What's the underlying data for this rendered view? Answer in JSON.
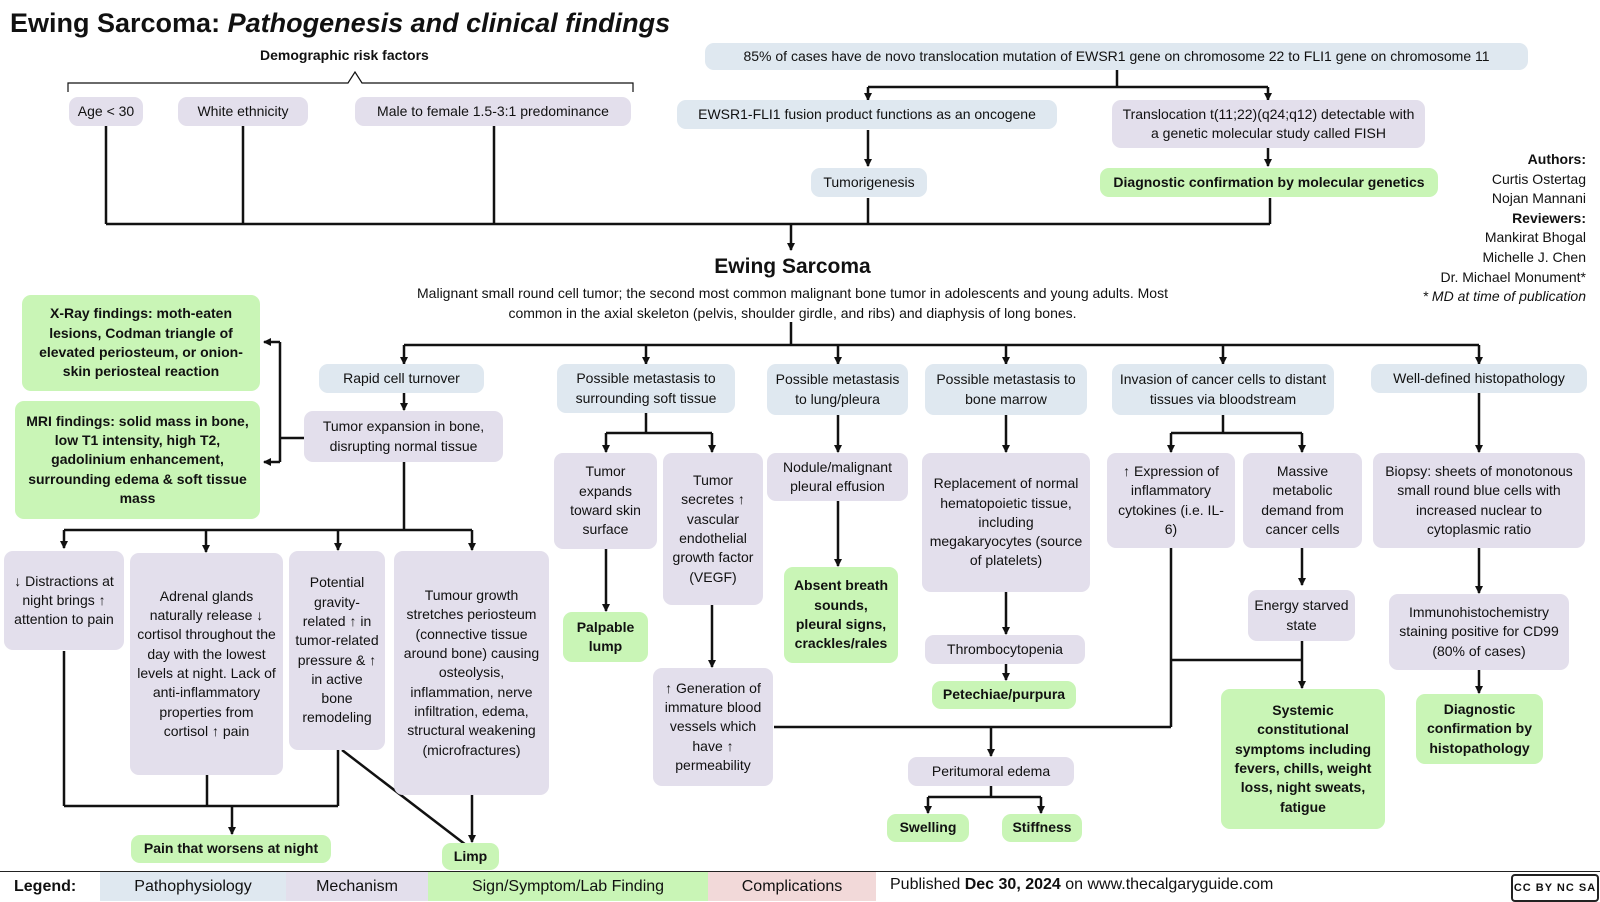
{
  "title": {
    "main": "Ewing Sarcoma:",
    "sub": "Pathogenesis and clinical findings"
  },
  "demographics": {
    "header": "Demographic risk factors",
    "age": "Age < 30",
    "ethnicity": "White ethnicity",
    "sex": "Male to female 1.5-3:1 predominance"
  },
  "genetics": {
    "translocation": "85% of cases have de novo translocation mutation of EWSR1 gene on chromosome 22 to FLI1 gene on chromosome 11",
    "fusion": "EWSR1-FLI1 fusion product functions as an oncogene",
    "tumorigenesis": "Tumorigenesis",
    "fish": "Translocation t(11;22)(q24;q12) detectable with a genetic molecular study called FISH",
    "dx_molecular": "Diagnostic confirmation by molecular genetics"
  },
  "credits": {
    "authors_label": "Authors:",
    "author1": "Curtis Ostertag",
    "author2": "Nojan Mannani",
    "reviewers_label": "Reviewers:",
    "reviewer1": "Mankirat Bhogal",
    "reviewer2": "Michelle J. Chen",
    "reviewer3": "Dr. Michael Monument*",
    "note": "* MD at time of publication"
  },
  "ewing": {
    "title": "Ewing Sarcoma",
    "description": "Malignant small round cell tumor; the second most common malignant bone tumor in adolescents and young adults. Most common in the axial skeleton (pelvis, shoulder girdle, and ribs) and diaphysis of long bones."
  },
  "imaging": {
    "xray": "X-Ray findings: moth-eaten lesions, Codman triangle of elevated periosteum, or onion-skin periosteal reaction",
    "mri": "MRI findings: solid mass in bone, low T1 intensity, high T2, gadolinium enhancement, surrounding edema & soft tissue mass"
  },
  "turnover": {
    "rapid": "Rapid cell turnover",
    "expansion": "Tumor expansion in bone, disrupting normal tissue",
    "distractions": "↓ Distractions at night brings ↑ attention to pain",
    "adrenal": "Adrenal glands naturally release ↓ cortisol throughout the day with the lowest levels at night.  Lack of anti-inflammatory properties from cortisol ↑ pain",
    "gravity": "Potential gravity-related ↑ in tumor-related pressure & ↑ in active bone remodeling",
    "periosteum": "Tumour growth stretches periosteum (connective tissue around bone) causing  osteolysis, inflammation, nerve infiltration, edema, structural weakening (microfractures)",
    "pain_night": "Pain that worsens at night",
    "limp": "Limp"
  },
  "soft_tissue": {
    "header": "Possible metastasis to surrounding soft tissue",
    "expands": "Tumor expands toward skin surface",
    "vegf": "Tumor secretes ↑ vascular endothelial growth factor (VEGF)",
    "lump": "Palpable lump",
    "vessels": "↑ Generation of immature blood vessels which have ↑ permeability"
  },
  "lung": {
    "header": "Possible metastasis to lung/pleura",
    "nodule": "Nodule/malignant pleural effusion",
    "breath": "Absent breath sounds, pleural signs, crackles/rales"
  },
  "marrow": {
    "header": "Possible metastasis to bone marrow",
    "replacement": "Replacement of normal hematopoietic tissue, including megakaryocytes (source of platelets)",
    "thrombo": "Thrombocytopenia",
    "petechiae": "Petechiae/purpura"
  },
  "edema": {
    "peritumoral": "Peritumoral edema",
    "swelling": "Swelling",
    "stiffness": "Stiffness"
  },
  "invasion": {
    "header": "Invasion of cancer cells to distant tissues via bloodstream",
    "cytokines": "↑ Expression of inflammatory cytokines (i.e. IL-6)",
    "metabolic": "Massive metabolic demand from cancer cells",
    "energy": "Energy starved state",
    "systemic": "Systemic constitutional symptoms including fevers, chills, weight loss, night sweats, fatigue"
  },
  "histo": {
    "header": "Well-defined histopathology",
    "biopsy": "Biopsy: sheets of monotonous small round blue cells with increased nuclear to cytoplasmic ratio",
    "ihc": "Immunohistochemistry staining positive for CD99 (80% of cases)",
    "dx": "Diagnostic confirmation by histopathology"
  },
  "legend": {
    "label": "Legend:",
    "pathophysiology": "Pathophysiology",
    "mechanism": "Mechanism",
    "sign": "Sign/Symptom/Lab Finding",
    "complications": "Complications"
  },
  "footer": {
    "prefix": "Published ",
    "date": "Dec 30, 2024",
    "suffix": " on www.thecalgaryguide.com"
  },
  "license": "CC BY NC SA",
  "colors": {
    "pathophysiology": "#dfe8f0",
    "mechanism": "#e3dfec",
    "sign": "#c9f5b6",
    "complications": "#f2d9d9"
  }
}
